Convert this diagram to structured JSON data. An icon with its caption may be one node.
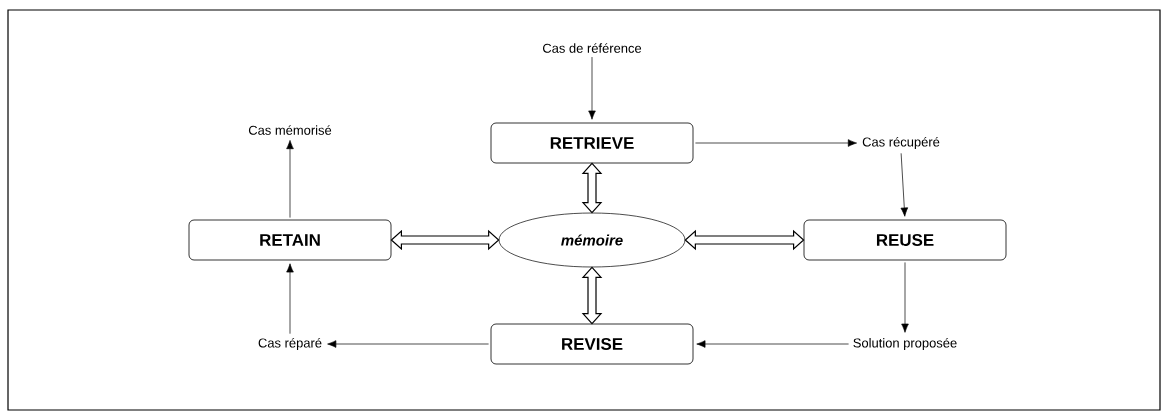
{
  "diagram": {
    "nodes": [
      {
        "text": [
          "Cas de référence"
        ]
      },
      {
        "text": [
          "RETRIEVE"
        ]
      },
      {
        "text": [
          "Cas mémorisé"
        ]
      },
      {
        "text": [
          "Cas récupéré"
        ]
      },
      {
        "text": [
          "RETAIN"
        ]
      },
      {
        "text": [
          "*mémoire*"
        ]
      },
      {
        "text": [
          "REUSE"
        ]
      },
      {
        "text": [
          "Cas réparé"
        ]
      },
      {
        "text": [
          "REVISE"
        ]
      },
      {
        "text": [
          "Solution proposée"
        ]
      }
    ],
    "edges": [
      {
        "from": 0,
        "to": 1,
        "arrow": "to"
      },
      {
        "from": 1,
        "to": 3,
        "arrow": "to"
      },
      {
        "from": 3,
        "to": 6,
        "arrow": "to"
      },
      {
        "from": 6,
        "to": 9,
        "arrow": "to"
      },
      {
        "from": 9,
        "to": 8,
        "arrow": "to"
      },
      {
        "from": 8,
        "to": 7,
        "arrow": "to"
      },
      {
        "from": 7,
        "to": 4,
        "arrow": "to"
      },
      {
        "from": 4,
        "to": 2,
        "arrow": "to"
      },
      {
        "from": 1,
        "to": 5,
        "arrow": "both",
        "style": "thick"
      },
      {
        "from": 5,
        "to": 8,
        "arrow": "both",
        "style": "thick"
      },
      {
        "from": 4,
        "to": 5,
        "arrow": "both",
        "style": "thick"
      },
      {
        "from": 5,
        "to": 6,
        "arrow": "both",
        "style": "thick"
      }
    ]
  }
}
